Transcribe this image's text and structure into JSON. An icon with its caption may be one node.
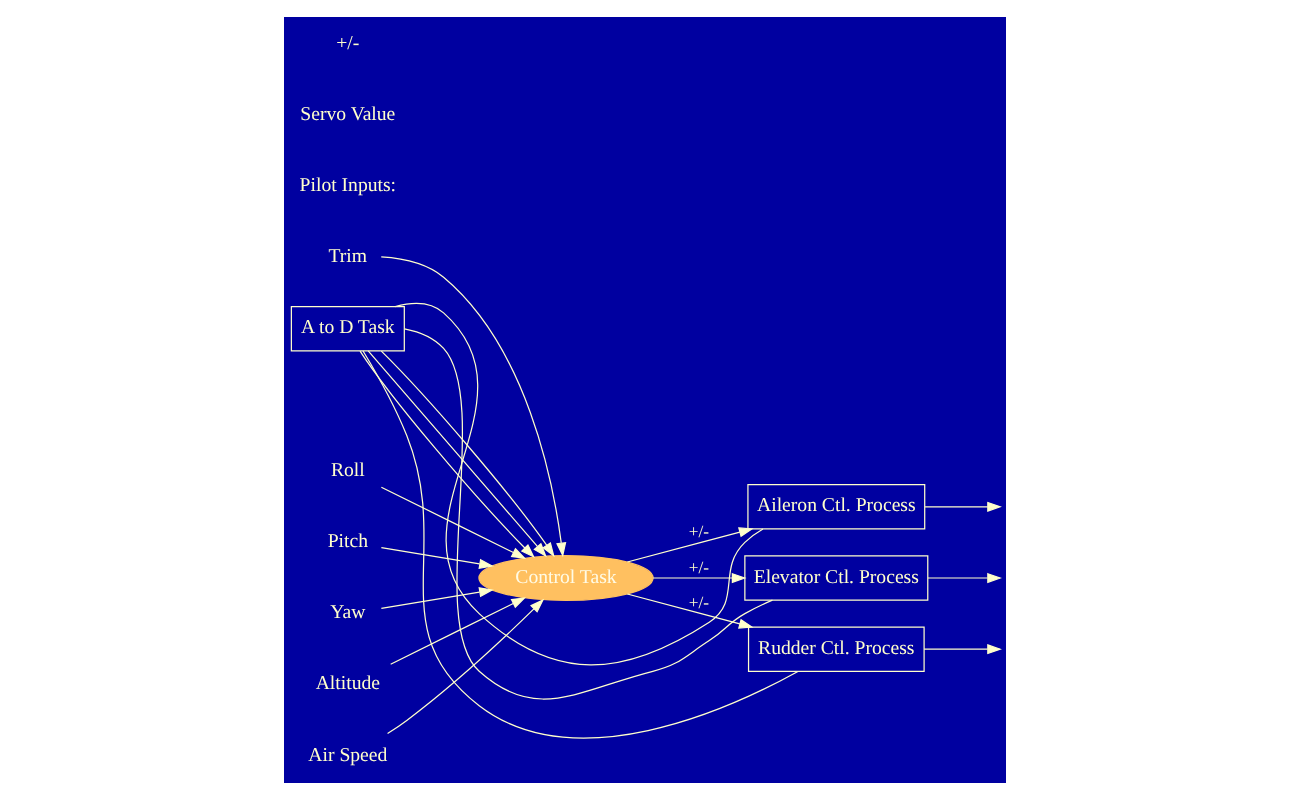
{
  "diagram": {
    "nodes": [
      {
        "text": [
          "Trim"
        ]
      },
      {
        "text": [
          "Roll"
        ]
      },
      {
        "text": [
          "Pitch"
        ]
      },
      {
        "text": [
          "Yaw"
        ]
      },
      {
        "text": [
          "Altitude"
        ]
      },
      {
        "text": [
          "Air Speed"
        ]
      },
      {
        "text": [
          "Control Task"
        ]
      },
      {
        "text": [
          "Aileron Ctl. Process"
        ]
      },
      {
        "text": [
          "Elevator Ctl. Process"
        ]
      },
      {
        "text": [
          "Rudder Ctl. Process"
        ]
      },
      {
        "text": [
          "A to D Task"
        ]
      }
    ],
    "edges": [
      {
        "from": 0,
        "to": 6,
        "arrow": "to"
      },
      {
        "from": 1,
        "to": 6,
        "arrow": "to"
      },
      {
        "from": 2,
        "to": 6,
        "arrow": "to"
      },
      {
        "from": 3,
        "to": 6,
        "arrow": "to"
      },
      {
        "from": 4,
        "to": 6,
        "arrow": "to"
      },
      {
        "from": 5,
        "to": 6,
        "arrow": "to"
      },
      {
        "from": 6,
        "to": 7,
        "arrow": "to",
        "label": "+/-"
      },
      {
        "from": 6,
        "to": 8,
        "arrow": "to",
        "label": "+/-"
      },
      {
        "from": 6,
        "to": 9,
        "arrow": "to",
        "label": "+/-"
      },
      {
        "from": 7,
        "to": null,
        "arrow": "to"
      },
      {
        "from": 8,
        "to": null,
        "arrow": "to"
      },
      {
        "from": 9,
        "to": null,
        "arrow": "to"
      },
      {
        "from": 7,
        "to": 10,
        "arrow": "none"
      },
      {
        "from": 8,
        "to": 10,
        "arrow": "none"
      },
      {
        "from": 9,
        "to": 10,
        "arrow": "none"
      },
      {
        "from": 10,
        "to": 6,
        "arrow": "to"
      },
      {
        "from": 10,
        "to": 6,
        "arrow": "to"
      },
      {
        "from": 10,
        "to": 6,
        "arrow": "to"
      }
    ],
    "labels": [
      "Pilot Inputs:",
      "Servo Value",
      "+/-"
    ]
  }
}
